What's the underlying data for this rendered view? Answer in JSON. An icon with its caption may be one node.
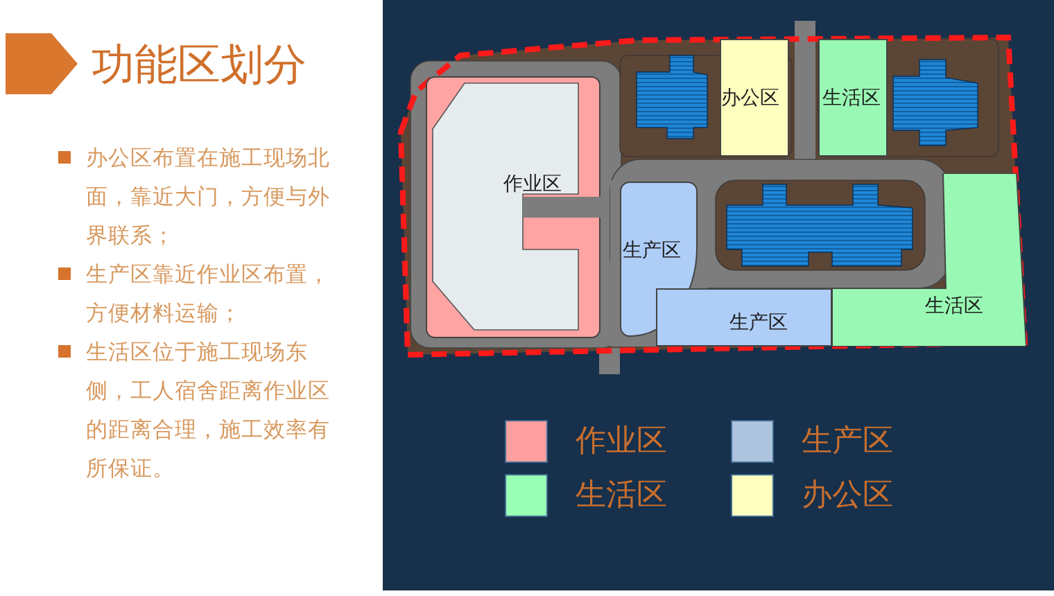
{
  "diagram": {
    "title": "功能区划分",
    "nodes": [
      {
        "text": [
          "作业区"
        ]
      },
      {
        "text": [
          "办公区"
        ]
      },
      {
        "text": [
          "生活区"
        ]
      },
      {
        "text": [
          "生产区"
        ]
      },
      {
        "text": [
          "生产区"
        ]
      },
      {
        "text": [
          "生活区"
        ]
      }
    ],
    "labels": [
      "办公区布置在施工现场北面，靠近大门，方便与外界联系；",
      "生产区靠近作业区布置，方便材料运输；",
      "生活区位于施工现场东侧，工人宿舍距离作业区的距离合理，施工效率有所保证。"
    ],
    "legend": [
      {
        "text": "作业区",
        "color": "#ffa0a0"
      },
      {
        "text": "生产区",
        "color": "#adc3de"
      },
      {
        "text": "生活区",
        "color": "#99ffb4"
      },
      {
        "text": "办公区",
        "color": "#ffffc0"
      }
    ]
  }
}
